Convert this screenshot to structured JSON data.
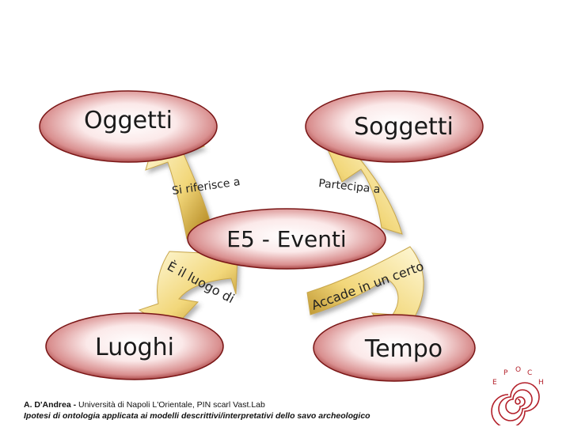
{
  "nodes": {
    "oggetti": "Oggetti",
    "soggetti": "Soggetti",
    "eventi": "E5 - Eventi",
    "luoghi": "Luoghi",
    "tempo": "Tempo"
  },
  "relations": {
    "si_riferisce_a": "Si riferisce a",
    "partecipa_a": "Partecipa a",
    "e_il_luogo_di": "È il luogo di",
    "accade_in_un_certo": "Accade in un certo"
  },
  "footer": {
    "author": "A. D'Andrea -",
    "affiliation": " Università di Napoli L'Orientale, PIN scarl Vast.Lab",
    "title": "Ipotesi di ontologia applicata ai modelli descrittivi/interpretativi dello savo archeologico"
  },
  "logo": {
    "letters": "EPOCH"
  },
  "colors": {
    "ellipse_center": "#ffffff",
    "ellipse_edge": "#8b1a1a",
    "arrow_light": "#fff6c8",
    "arrow_dark": "#b88a1c"
  }
}
